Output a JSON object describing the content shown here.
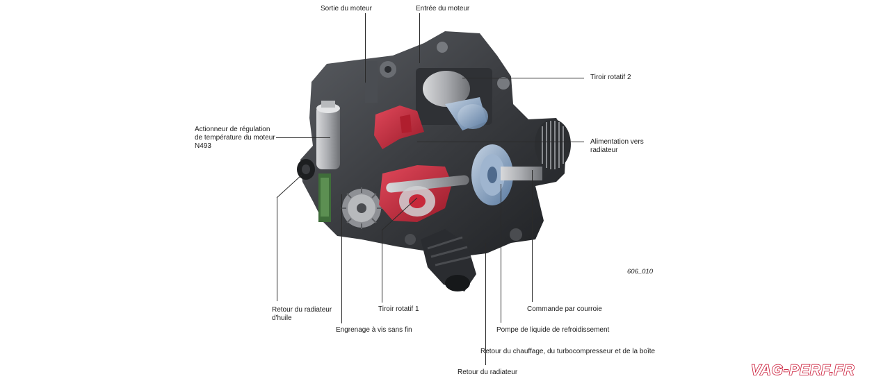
{
  "diagram": {
    "labels": {
      "engine_outlet": "Sortie du moteur",
      "engine_inlet": "Entrée du moteur",
      "rotary_valve_2": "Tiroir rotatif 2",
      "actuator_line1": "Actionneur de régulation",
      "actuator_line2": "de température du moteur",
      "actuator_line3": "N493",
      "radiator_feed_line1": "Alimentation vers",
      "radiator_feed_line2": "radiateur",
      "figure_ref": "606_010",
      "oil_cooler_return_line1": "Retour du radiateur",
      "oil_cooler_return_line2": "d'huile",
      "rotary_valve_1": "Tiroir rotatif 1",
      "belt_drive": "Commande par courroie",
      "worm_gear": "Engrenage à vis sans fin",
      "coolant_pump": "Pompe de liquide de refroidissement",
      "heater_turbo_gearbox_return": "Retour du chauffage, du turbocompresseur et de la boîte",
      "radiator_return": "Retour du radiateur"
    },
    "logo": "VAG-PERF.FR",
    "colors": {
      "housing": "#3a3c40",
      "housing_dark": "#222427",
      "cutaway_red": "#c8283a",
      "valve_blue": "#7a9bc0",
      "logo_red": "#c8102e"
    }
  }
}
